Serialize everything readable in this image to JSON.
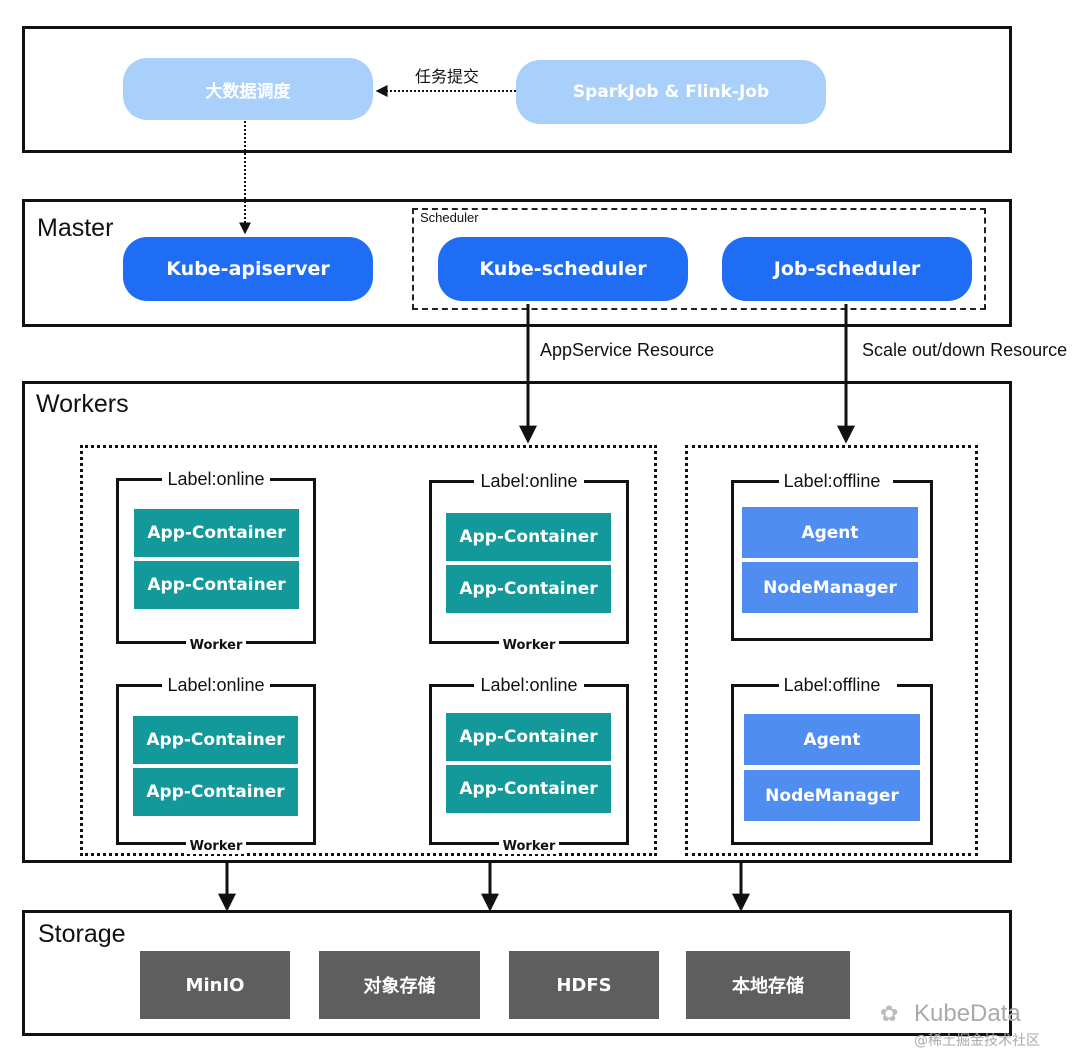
{
  "top": {
    "bigdata_scheduling": "大数据调度",
    "submit_task": "任务提交",
    "spark_flink": "SparkJob & Flink-Job"
  },
  "master": {
    "title": "Master",
    "apiserver": "Kube-apiserver",
    "scheduler_group": "Scheduler",
    "kube_scheduler": "Kube-scheduler",
    "job_scheduler": "Job-scheduler"
  },
  "edges": {
    "appservice": "AppService Resource",
    "scale": "Scale out/down Resource"
  },
  "workers": {
    "title": "Workers",
    "online_nodes": [
      {
        "label": "Label:online",
        "containers": [
          "App-Container",
          "App-Container"
        ],
        "footer": "Worker"
      },
      {
        "label": "Label:online",
        "containers": [
          "App-Container",
          "App-Container"
        ],
        "footer": "Worker"
      },
      {
        "label": "Label:online",
        "containers": [
          "App-Container",
          "App-Container"
        ],
        "footer": "Worker"
      },
      {
        "label": "Label:online",
        "containers": [
          "App-Container",
          "App-Container"
        ],
        "footer": "Worker"
      }
    ],
    "offline_nodes": [
      {
        "label": "Label:offline",
        "agent": "Agent",
        "nodemanager": "NodeManager"
      },
      {
        "label": "Label:offline",
        "agent": "Agent",
        "nodemanager": "NodeManager"
      }
    ]
  },
  "storage": {
    "title": "Storage",
    "items": [
      "MinIO",
      "对象存储",
      "HDFS",
      "本地存储"
    ]
  },
  "watermark": {
    "brand": "KubeData",
    "sub": "@稀土掘金技术社区"
  },
  "colors": {
    "light_pill": "#a8d0fb",
    "blue_pill": "#1f6cf5",
    "teal": "#14999a",
    "light_blue": "#4f8df0",
    "storage_gray": "#5e5e5e"
  }
}
